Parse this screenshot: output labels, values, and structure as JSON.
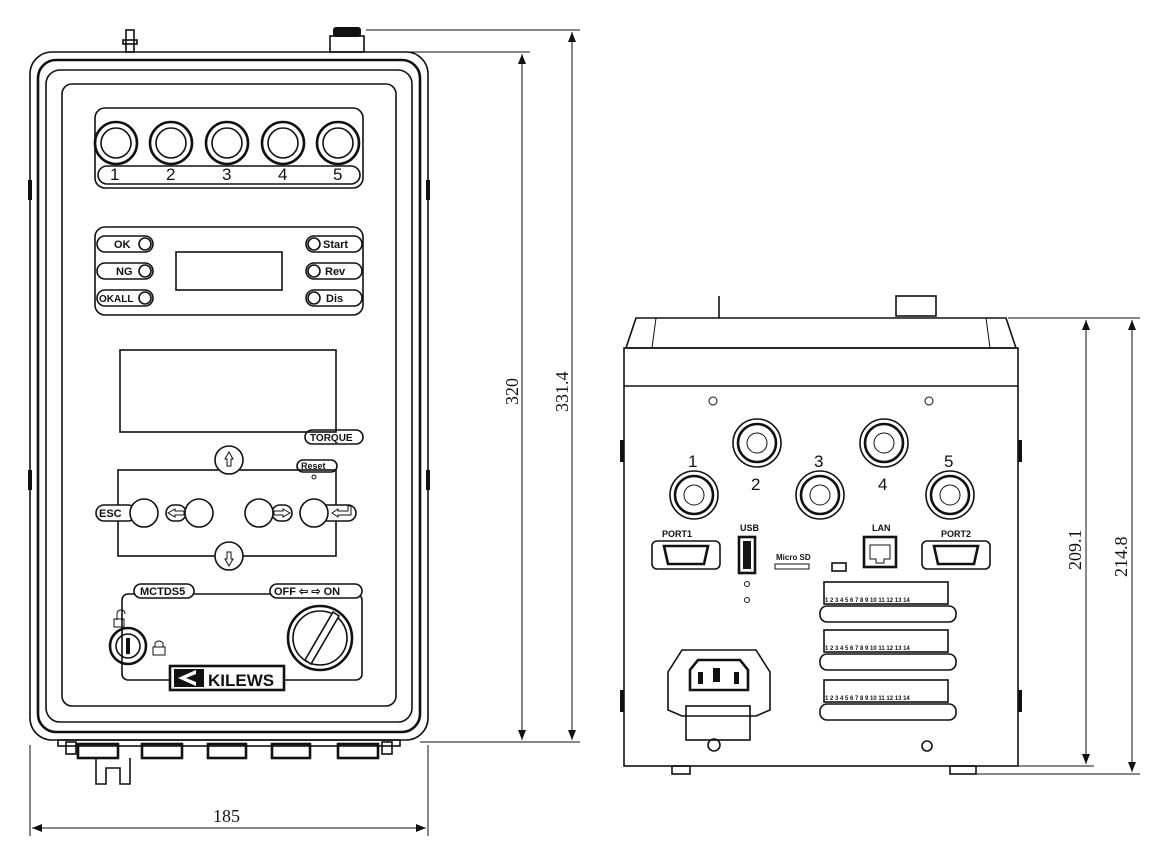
{
  "front": {
    "channel_labels": [
      "1",
      "2",
      "3",
      "4",
      "5"
    ],
    "status_left": [
      "OK",
      "NG",
      "OKALL"
    ],
    "status_right": [
      "Start",
      "Rev",
      "Dis"
    ],
    "torque_label": "TORQUE",
    "reset_label": "Reset",
    "esc_label": "ESC",
    "model_label": "MCTDS5",
    "switch_label": "OFF ⇦ ⇨ ON",
    "brand": "KILEWS"
  },
  "rear": {
    "connector_labels": [
      "1",
      "2",
      "3",
      "4",
      "5"
    ],
    "port1": "PORT1",
    "usb": "USB",
    "micro_sd": "Micro SD",
    "lan": "LAN",
    "port2": "PORT2",
    "terminal_numbers": "1 2 3 4 5 6 7 8 9 10 11 12 13 14"
  },
  "dimensions": {
    "width": "185",
    "height_body": "320",
    "height_total": "331.4",
    "rear_height_body": "209.1",
    "rear_height_total": "214.8"
  }
}
